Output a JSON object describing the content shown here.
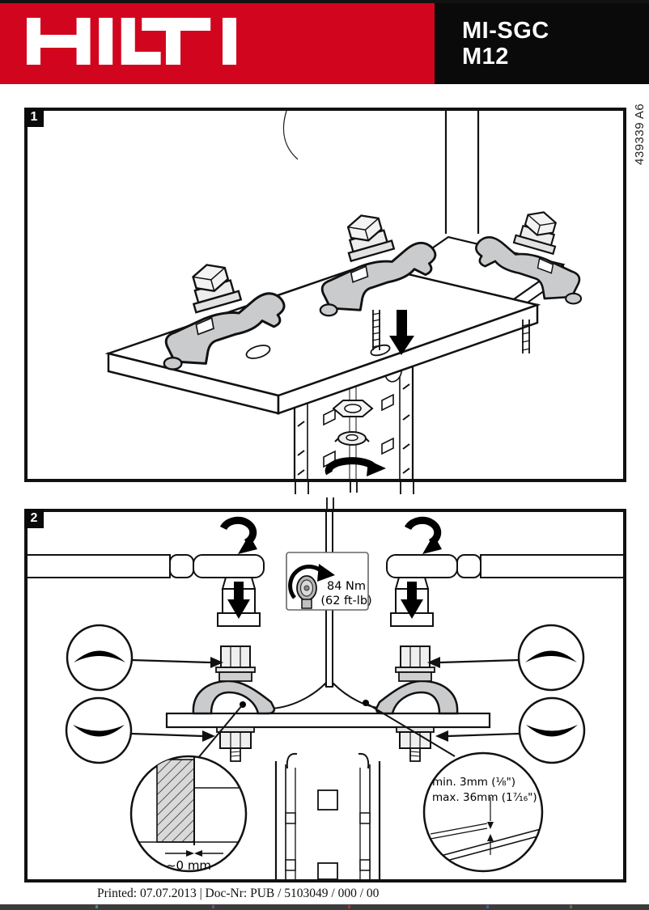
{
  "header": {
    "brand": "HILTI",
    "product_line1": "MI-SGC",
    "product_line2": "M12"
  },
  "doc_code_vertical": "439339 A6",
  "figure1": {
    "number": "1"
  },
  "figure2": {
    "number": "2",
    "torque_line1": "84 Nm",
    "torque_line2": "(62 ft-lb)",
    "gap_label": "~0 mm",
    "min_label": "min. 3mm (¹⁄₈\")",
    "max_label": "max. 36mm (1⁷⁄₁₆\")"
  },
  "footer": {
    "printed_line": "Printed: 07.07.2013 | Doc-Nr: PUB / 5103049 / 000 / 00"
  },
  "colors": {
    "brand_red": "#d2051e",
    "header_black": "#0a0a0a",
    "line_black": "#111111",
    "clamp_gray": "#c9cbcd"
  }
}
